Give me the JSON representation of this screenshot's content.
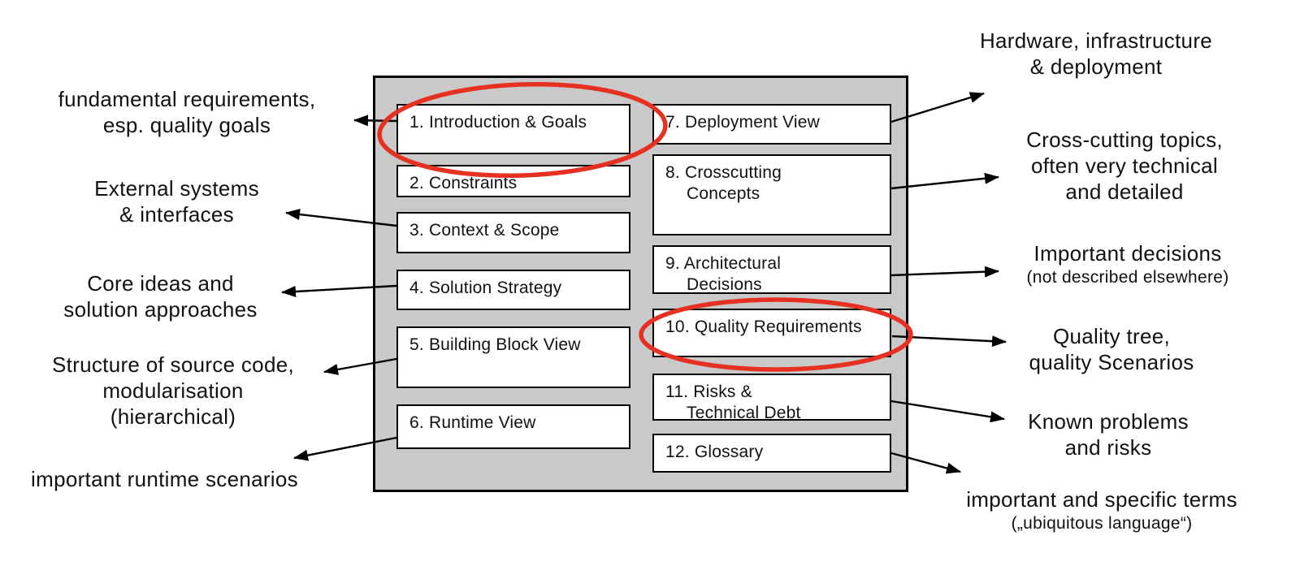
{
  "diagram": {
    "kind": "arc42-template-overview",
    "colors": {
      "container_fill": "#c9c9c9",
      "box_fill": "#ffffff",
      "line": "#000000",
      "highlight_ellipse": "#e53022"
    }
  },
  "boxes": [
    {
      "label": "1. Introduction & Goals",
      "highlighted": true
    },
    {
      "label": "2. Constraints",
      "highlighted": false
    },
    {
      "label": "3. Context & Scope",
      "highlighted": false
    },
    {
      "label": "4. Solution Strategy",
      "highlighted": false
    },
    {
      "label": "5. Building Block View",
      "highlighted": false
    },
    {
      "label": "6. Runtime View",
      "highlighted": false
    },
    {
      "label": "7. Deployment View",
      "highlighted": false
    },
    {
      "label": "8. Crosscutting\nConcepts",
      "highlighted": false
    },
    {
      "label": "9. Architectural\nDecisions",
      "highlighted": false
    },
    {
      "label": "10. Quality Requirements",
      "highlighted": true
    },
    {
      "label": "11. Risks &\nTechnical Debt",
      "highlighted": false
    },
    {
      "label": "12. Glossary",
      "highlighted": false
    }
  ],
  "annotations": {
    "left": [
      {
        "lines": [
          "fundamental requirements,",
          "esp. quality goals"
        ]
      },
      {
        "lines": [
          "External systems",
          "& interfaces"
        ]
      },
      {
        "lines": [
          "Core ideas and",
          "solution approaches"
        ]
      },
      {
        "lines": [
          "Structure of source code,",
          "modularisation",
          "(hierarchical)"
        ]
      },
      {
        "lines": [
          "important runtime scenarios"
        ]
      }
    ],
    "right": [
      {
        "lines": [
          "Hardware, infrastructure",
          "& deployment"
        ]
      },
      {
        "lines": [
          "Cross-cutting topics,",
          "often very technical",
          "and detailed"
        ]
      },
      {
        "lines": [
          "Important decisions",
          "(not described elsewhere)"
        ]
      },
      {
        "lines": [
          "Quality tree,",
          "quality Scenarios"
        ]
      },
      {
        "lines": [
          "Known problems",
          "and risks"
        ]
      },
      {
        "lines": [
          "important and specific terms",
          "(„ubiquitous language“)"
        ]
      }
    ]
  }
}
